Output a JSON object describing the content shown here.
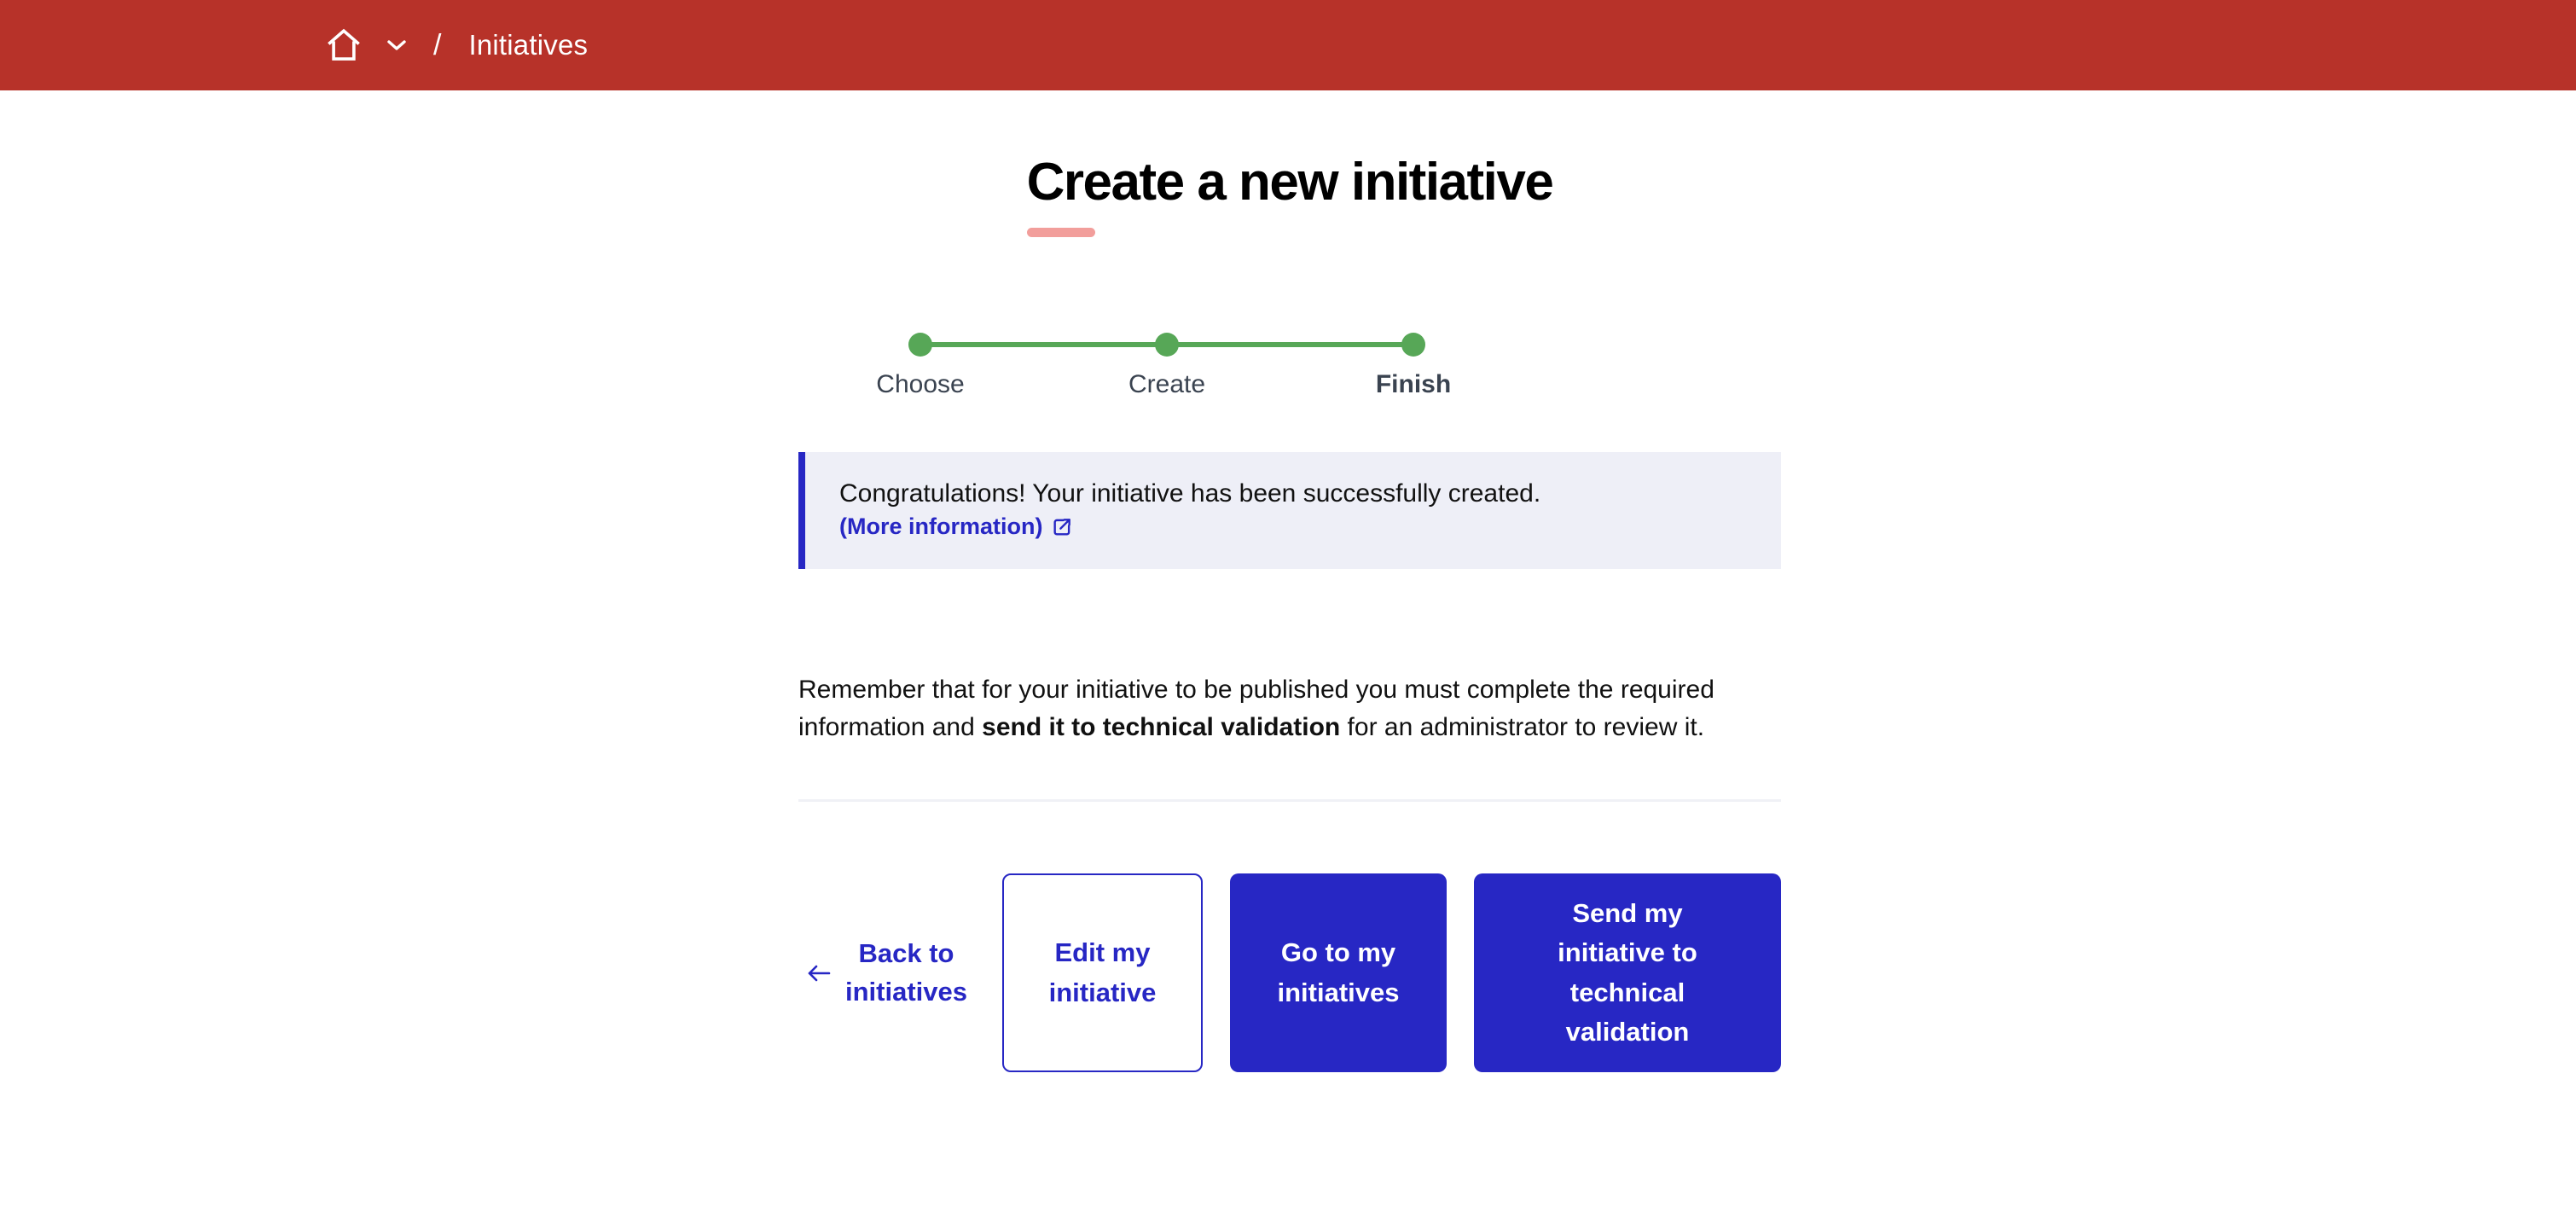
{
  "header": {
    "bg_color": "#b73229",
    "home_icon": "home-icon",
    "chevron_icon": "chevron-down-icon",
    "separator": "/",
    "breadcrumb_current": "Initiatives"
  },
  "page": {
    "title": "Create a new initiative",
    "title_underline_color": "#f29e9b"
  },
  "stepper": {
    "color": "#57a757",
    "steps": [
      {
        "label": "Choose",
        "state": "done"
      },
      {
        "label": "Create",
        "state": "done"
      },
      {
        "label": "Finish",
        "state": "current"
      }
    ]
  },
  "alert": {
    "bg_color": "#eeeff7",
    "border_color": "#2727c4",
    "message": "Congratulations! Your initiative has been successfully created.",
    "link_label": "(More information)",
    "link_icon": "external-link-icon"
  },
  "note": {
    "text_before": "Remember that for your initiative to be published you must complete the required\ninformation and ",
    "text_bold": "send it to technical validation",
    "text_after": " for an administrator to review it."
  },
  "actions": {
    "accent_color": "#2727c4",
    "back_icon": "arrow-left-icon",
    "back_label": "Back to\ninitiatives",
    "edit_label": "Edit my\ninitiative",
    "goto_label": "Go to my\ninitiatives",
    "send_label": "Send my\ninitiative to\ntechnical\nvalidation"
  }
}
